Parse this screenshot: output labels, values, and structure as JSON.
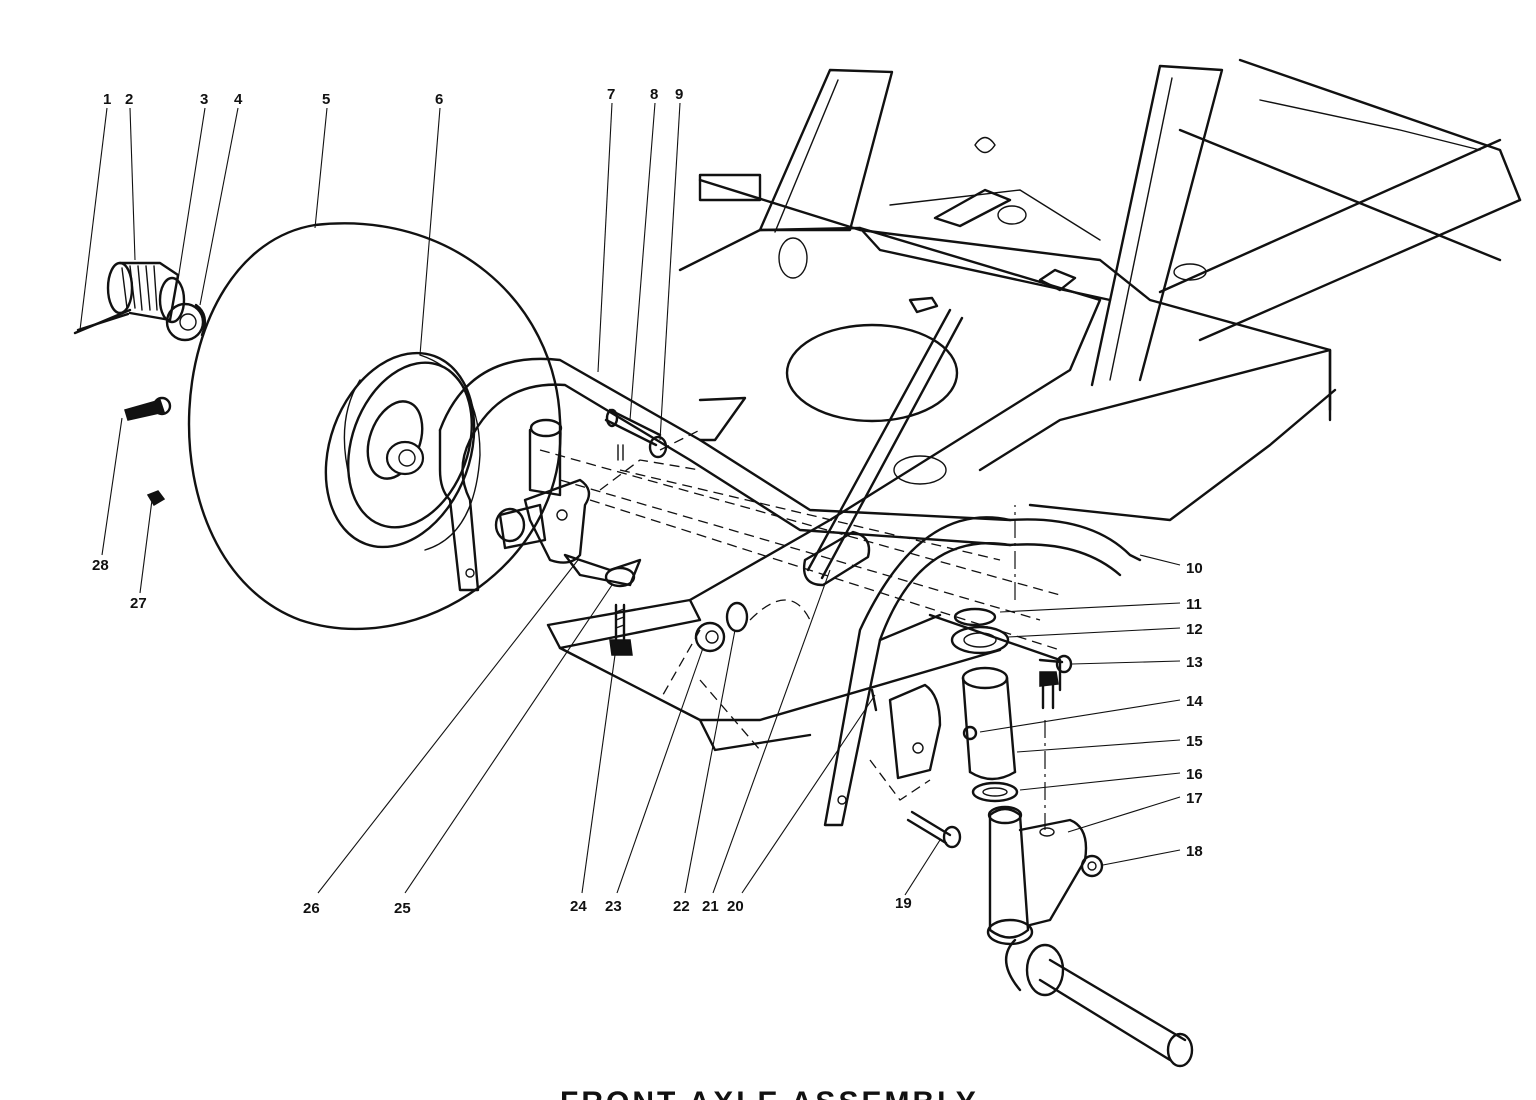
{
  "diagram": {
    "title": "FRONT AXLE ASSEMBLY",
    "callouts": [
      "1",
      "2",
      "3",
      "4",
      "5",
      "6",
      "7",
      "8",
      "9",
      "10",
      "11",
      "12",
      "13",
      "14",
      "15",
      "16",
      "17",
      "18",
      "19",
      "20",
      "21",
      "22",
      "23",
      "24",
      "25",
      "26",
      "27",
      "28"
    ]
  }
}
